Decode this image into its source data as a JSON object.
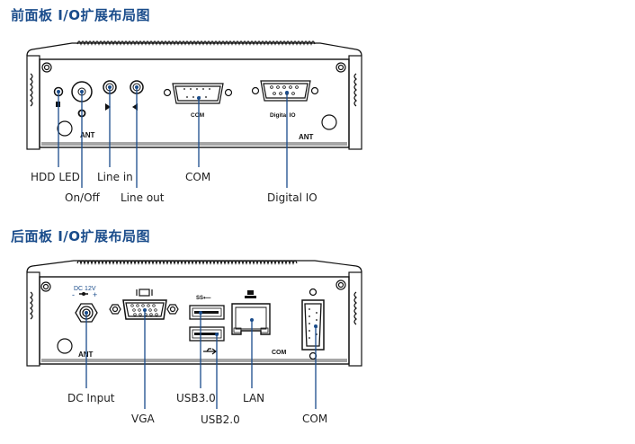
{
  "front_panel": {
    "title": "前面板 I/O扩展布局图",
    "panel_labels": {
      "ant_left": "ANT",
      "ant_right": "ANT",
      "com": "COM",
      "digital_io": "Digital IO"
    },
    "callouts": [
      {
        "id": "hdd-led",
        "label": "HDD LED"
      },
      {
        "id": "on-off",
        "label": "On/Off"
      },
      {
        "id": "line-in",
        "label": "Line in"
      },
      {
        "id": "line-out",
        "label": "Line out"
      },
      {
        "id": "com",
        "label": "COM"
      },
      {
        "id": "digital-io",
        "label": "Digital IO"
      }
    ]
  },
  "rear_panel": {
    "title": "后面板 I/O扩展布局图",
    "panel_labels": {
      "dc": "DC 12V",
      "dc_polarity_minus": "-",
      "dc_polarity_plus": "+",
      "ant": "ANT",
      "com": "COM"
    },
    "callouts": [
      {
        "id": "dc-input",
        "label": "DC Input"
      },
      {
        "id": "vga",
        "label": "VGA"
      },
      {
        "id": "usb30",
        "label": "USB3.0"
      },
      {
        "id": "usb20",
        "label": "USB2.0"
      },
      {
        "id": "lan",
        "label": "LAN"
      },
      {
        "id": "com",
        "label": "COM"
      }
    ]
  },
  "colors": {
    "title": "#1a4c8b",
    "leader_line": "#1a4c8b",
    "outline": "#111111",
    "dc_label": "#1a4c8b"
  }
}
